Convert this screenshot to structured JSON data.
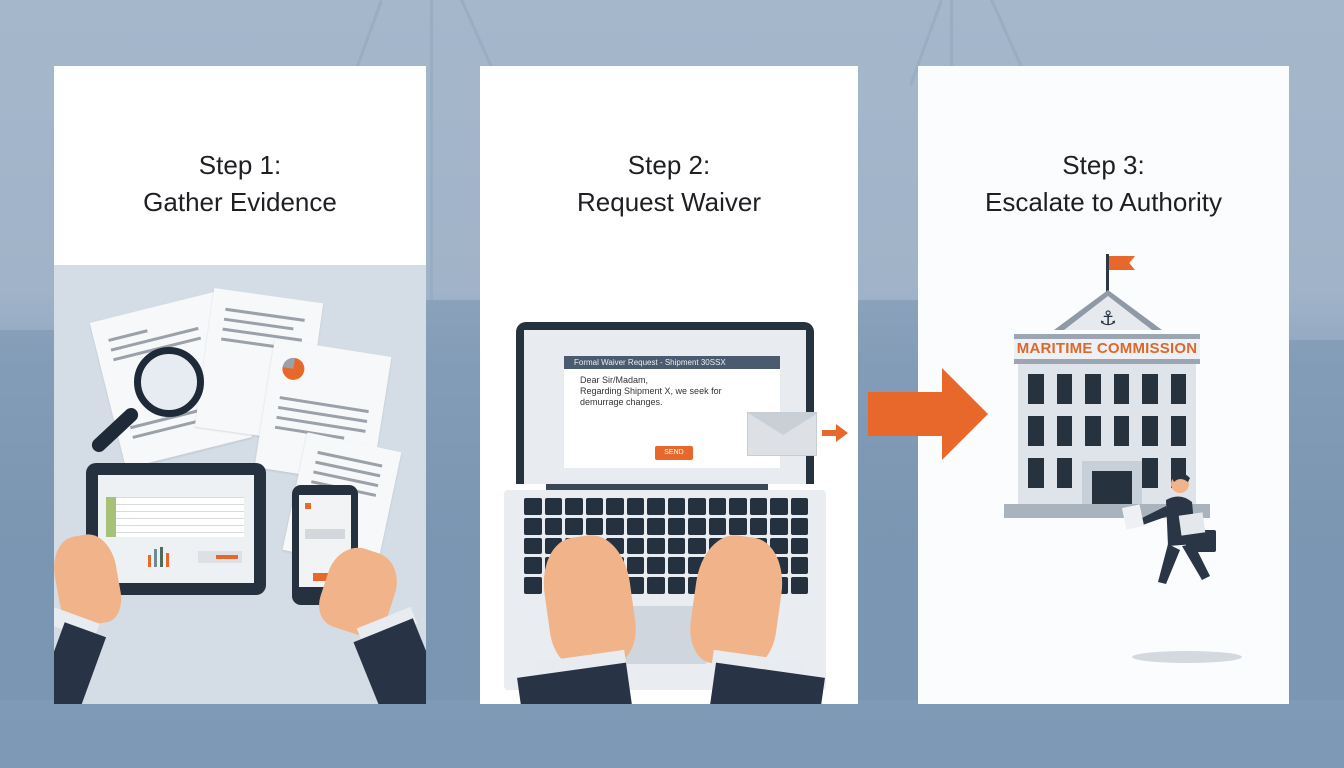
{
  "steps": [
    {
      "step": "Step 1:",
      "title": "Gather Evidence",
      "illustration": "documents-magnifier-tablet-phone"
    },
    {
      "step": "Step 2:",
      "title": "Request Waiver",
      "illustration": "laptop-email"
    },
    {
      "step": "Step 3:",
      "title": "Escalate to Authority",
      "illustration": "maritime-commission-building"
    }
  ],
  "email": {
    "subject": "Formal Waiver Request - Shipment 30SSX",
    "greeting": "Dear Sir/Madam,",
    "body_line1": "Regarding Shipment X, we seek for",
    "body_line2": "demurrage changes.",
    "send_label": "SEND"
  },
  "building": {
    "sign": "MARITIME COMMISSION"
  },
  "colors": {
    "accent": "#e8672a",
    "navy": "#27323f",
    "background": "#8ea6bf",
    "panel": "#ffffff"
  }
}
